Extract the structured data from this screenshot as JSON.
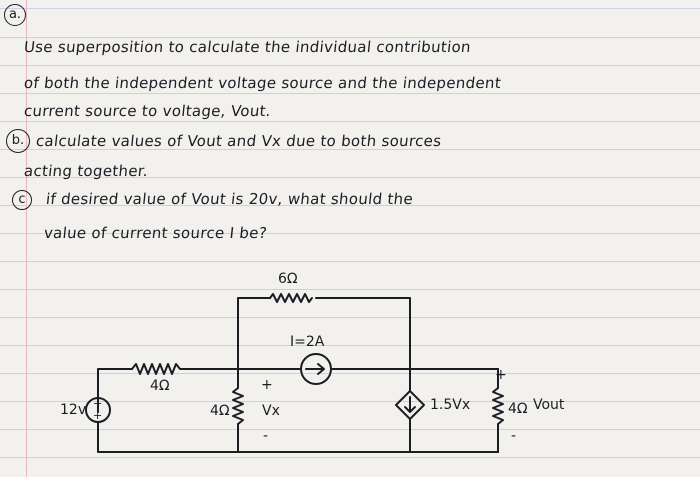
{
  "part_a": {
    "marker": "a.",
    "line1": "Use superposition to calculate the individual contribution",
    "line2": "of both the independent voltage source and the independent",
    "line3": "current source to voltage, Vout."
  },
  "part_b": {
    "marker": "b.",
    "line1": "calculate values of Vout and Vx due to both sources",
    "line2": "acting together."
  },
  "part_c": {
    "marker": "c",
    "line1": "if desired value of Vout is 20v, what should the",
    "line2": "value of current source I be?"
  },
  "circuit": {
    "r_top": "6Ω",
    "current_source_label": "I=2A",
    "r_left_series": "4Ω",
    "v_source": "12v",
    "r_mid": "4Ω",
    "vx_plus": "+",
    "vx_label": "Vx",
    "vx_minus": "-",
    "dep_source": "1.5Vx",
    "r_right": "4Ω",
    "vout_plus": "+",
    "vout_label": "Vout",
    "vout_minus": "-"
  }
}
